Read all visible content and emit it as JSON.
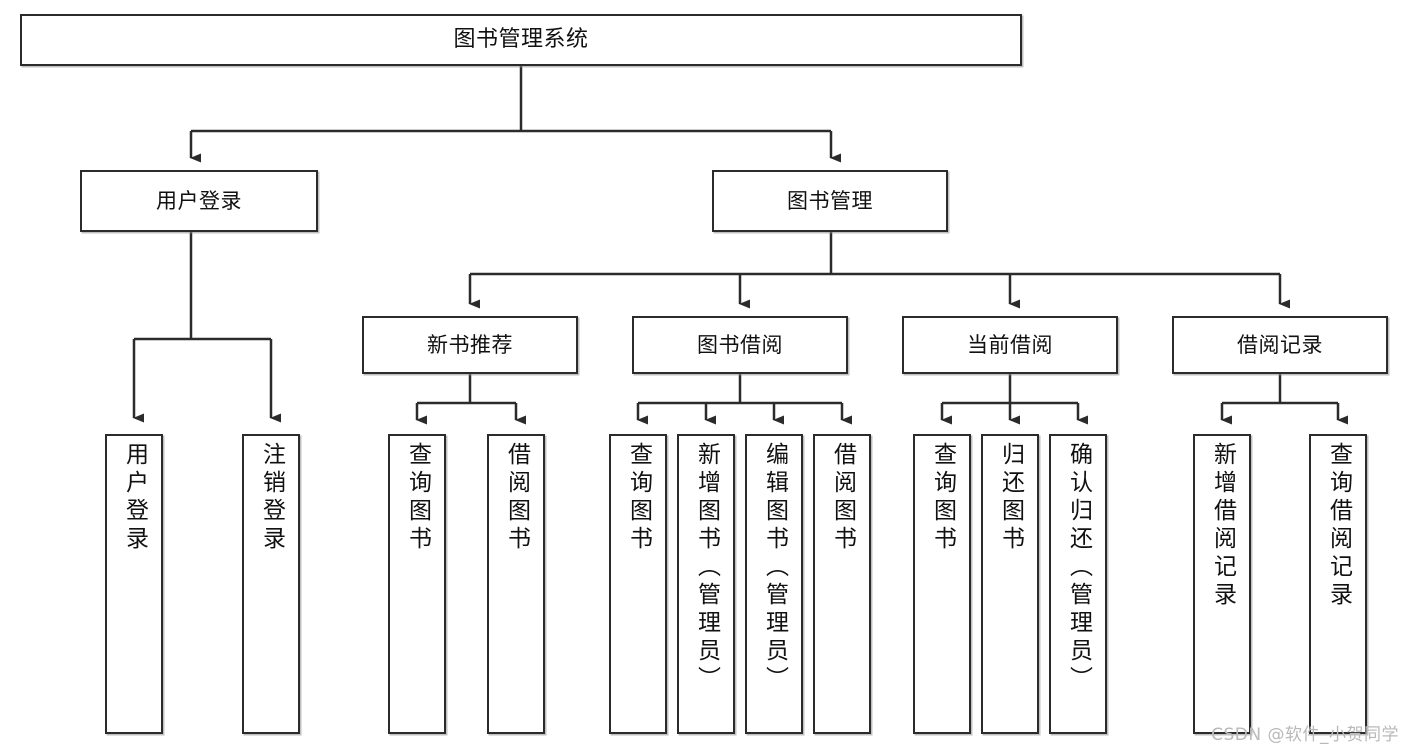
{
  "diagram": {
    "title": "图书管理系统",
    "type": "tree-hierarchy-diagram",
    "watermark": "CSDN @软件_小贺同学",
    "colors": {
      "stroke": "#2b2b2b",
      "fill": "#ffffff",
      "text": "#111111",
      "watermark": "#b9b9b9"
    },
    "levels": {
      "root": {
        "label": "图书管理系统"
      },
      "level2": [
        {
          "id": "user-login",
          "label": "用户登录"
        },
        {
          "id": "book-management",
          "label": "图书管理"
        }
      ],
      "level3": [
        {
          "id": "new-book-recommend",
          "label": "新书推荐"
        },
        {
          "id": "book-borrow",
          "label": "图书借阅"
        },
        {
          "id": "current-borrow",
          "label": "当前借阅"
        },
        {
          "id": "borrow-record",
          "label": "借阅记录"
        }
      ],
      "leaves": {
        "user-login": [
          {
            "id": "leaf-user-login",
            "label": "用户登录"
          },
          {
            "id": "leaf-logout",
            "label": "注销登录"
          }
        ],
        "new-book-recommend": [
          {
            "id": "leaf-query-book-1",
            "label": "查询图书"
          },
          {
            "id": "leaf-borrow-book-1",
            "label": "借阅图书"
          }
        ],
        "book-borrow": [
          {
            "id": "leaf-query-book-2",
            "label": "查询图书"
          },
          {
            "id": "leaf-add-book",
            "label": "新增图书（管理员）"
          },
          {
            "id": "leaf-edit-book",
            "label": "编辑图书（管理员）"
          },
          {
            "id": "leaf-borrow-book-2",
            "label": "借阅图书"
          }
        ],
        "current-borrow": [
          {
            "id": "leaf-query-book-3",
            "label": "查询图书"
          },
          {
            "id": "leaf-return-book",
            "label": "归还图书"
          },
          {
            "id": "leaf-confirm-return",
            "label": "确认归还（管理员）"
          }
        ],
        "borrow-record": [
          {
            "id": "leaf-add-record",
            "label": "新增借阅记录"
          },
          {
            "id": "leaf-query-record",
            "label": "查询借阅记录"
          }
        ]
      }
    }
  }
}
